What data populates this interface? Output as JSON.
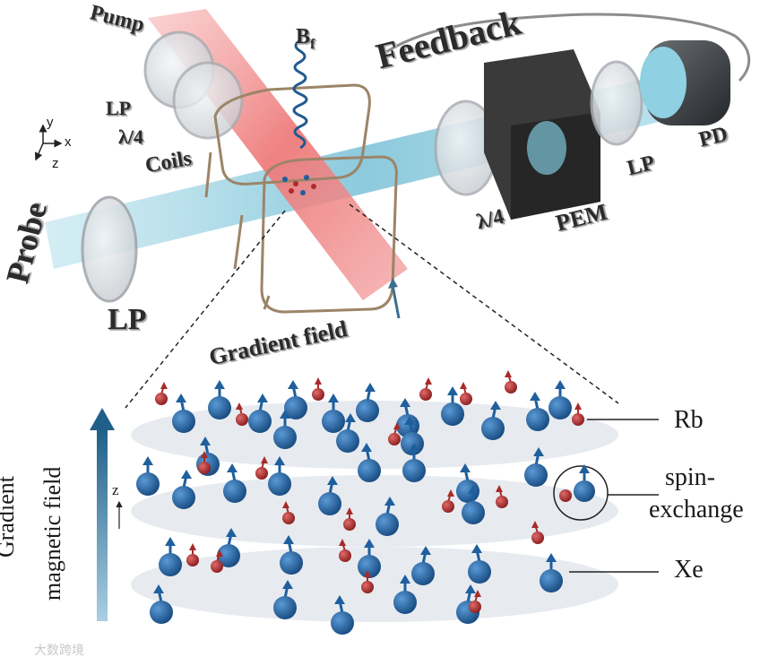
{
  "labels": {
    "pump": "Pump",
    "lp_top": "LP",
    "lambda4_left": "λ/4",
    "coils": "Coils",
    "bf_main": "B",
    "bf_sub": "f",
    "feedback": "Feedback",
    "lambda4_right": "λ/4",
    "pem": "PEM",
    "lp_right": "LP",
    "pd": "PD",
    "probe": "Probe",
    "lp_bottom": "LP",
    "gradient_field": "Gradient field",
    "axis_y": "y",
    "axis_x": "x",
    "axis_z": "z"
  },
  "lower": {
    "vertical_title_line1": "Gradient",
    "vertical_title_line2": "magnetic field",
    "z_label": "z",
    "rb": "Rb",
    "spin_exchange_line1": "spin-",
    "spin_exchange_line2": "exchange",
    "xe": "Xe"
  },
  "watermark": "大数跨境",
  "colors": {
    "probe_beam": "#7fc4d8",
    "pump_beam": "#f08a8a",
    "xe_atom": "#1f5f9e",
    "rb_atom": "#b02a2a",
    "coil": "#9c8468",
    "pem": "#2a2a2a",
    "pd": "#3a3d40"
  }
}
